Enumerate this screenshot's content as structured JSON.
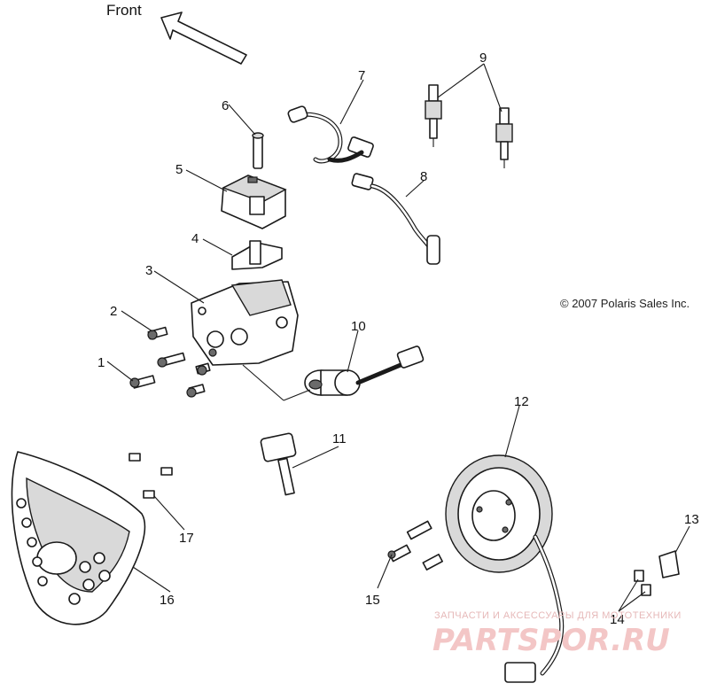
{
  "front_label": "Front",
  "copyright": "© 2007 Polaris Sales Inc.",
  "watermark": {
    "tagline": "ЗАПЧАСТИ И АКСЕССУАРЫ ДЛЯ МОТОТЕХНИКИ",
    "logo": "PARTSPOR.RU"
  },
  "callouts": [
    "1",
    "2",
    "3",
    "4",
    "5",
    "6",
    "7",
    "8",
    "9",
    "10",
    "11",
    "12",
    "13",
    "14",
    "15",
    "16",
    "17"
  ],
  "colors": {
    "line": "#1a1a1a",
    "watermark": "#f3c6c6",
    "background": "#ffffff"
  }
}
